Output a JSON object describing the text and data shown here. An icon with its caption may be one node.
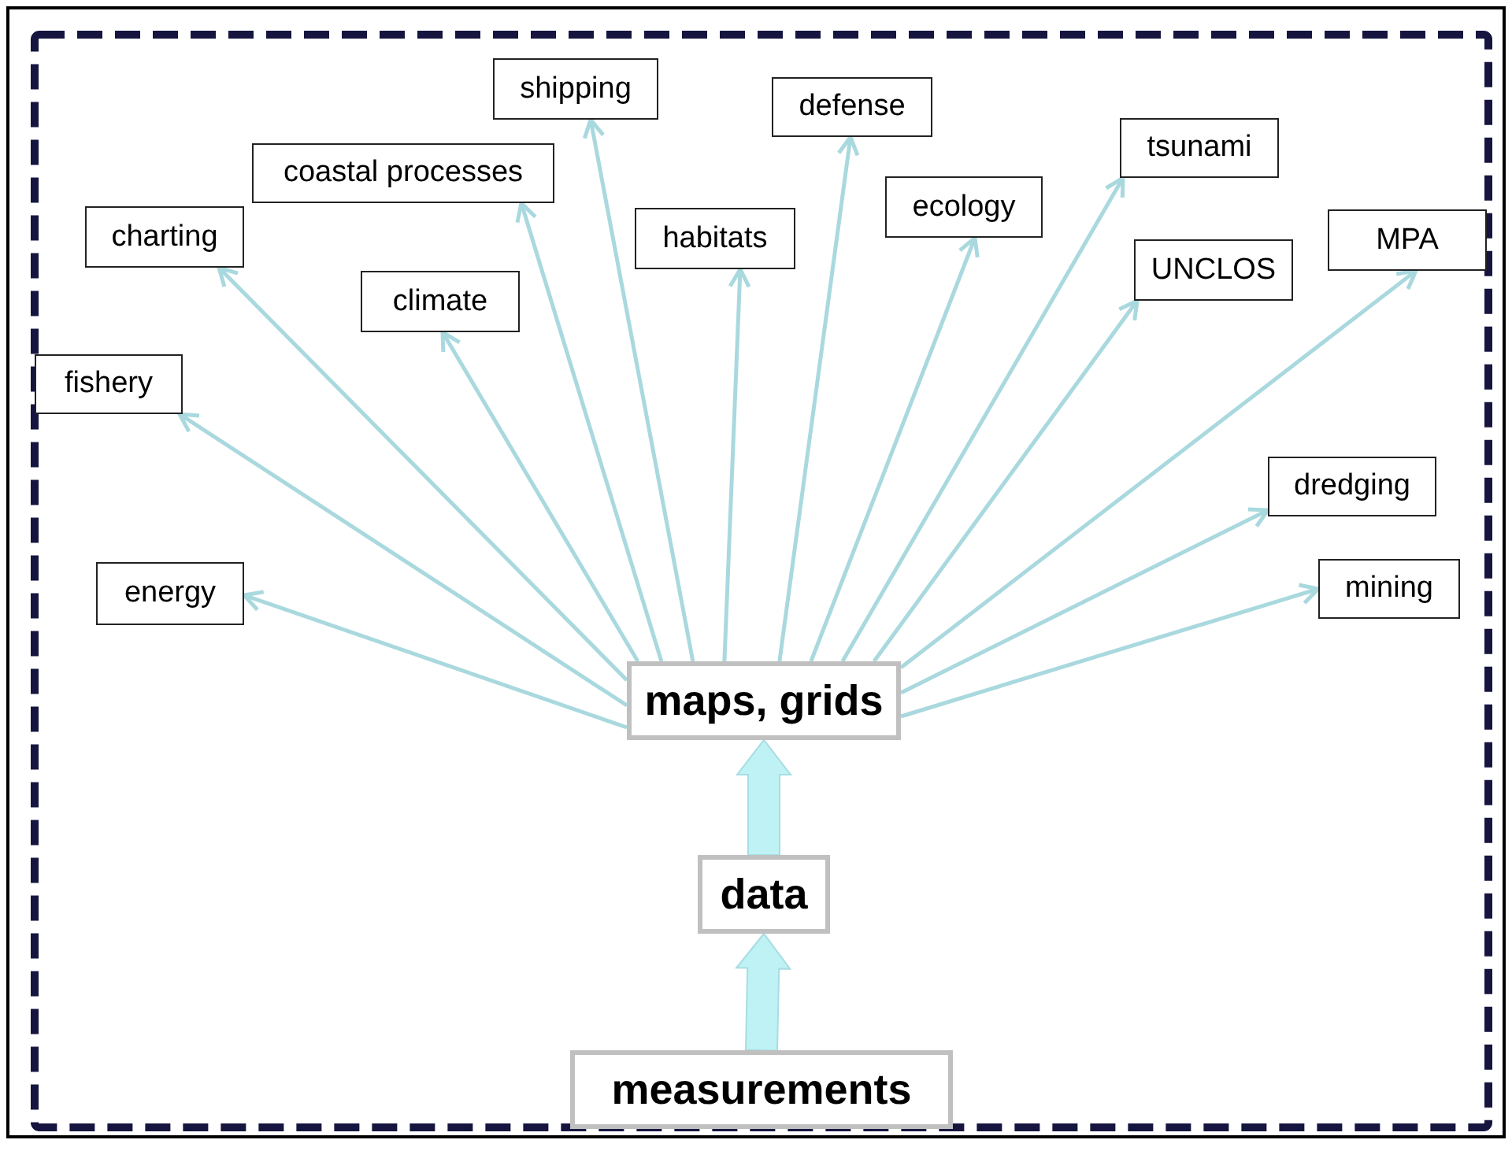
{
  "diagram": {
    "nodes": [
      {
        "text": [
          "shipping"
        ]
      },
      {
        "text": [
          "defense"
        ]
      },
      {
        "text": [
          "tsunami"
        ]
      },
      {
        "text": [
          "coastal processes"
        ]
      },
      {
        "text": [
          "ecology"
        ]
      },
      {
        "text": [
          "charting"
        ]
      },
      {
        "text": [
          "habitats"
        ]
      },
      {
        "text": [
          "MPA"
        ]
      },
      {
        "text": [
          "UNCLOS"
        ]
      },
      {
        "text": [
          "climate"
        ]
      },
      {
        "text": [
          "fishery"
        ]
      },
      {
        "text": [
          "dredging"
        ]
      },
      {
        "text": [
          "mining"
        ]
      },
      {
        "text": [
          "energy"
        ]
      },
      {
        "text": [
          "maps, grids"
        ]
      },
      {
        "text": [
          "data"
        ]
      },
      {
        "text": [
          "measurements"
        ]
      }
    ],
    "edges": [
      {
        "from": 16,
        "to": 15,
        "arrow": "to",
        "style": "thick",
        "color": "#bff2f5"
      },
      {
        "from": 15,
        "to": 14,
        "arrow": "to",
        "style": "thick",
        "color": "#bff2f5"
      },
      {
        "from": 14,
        "to": 0,
        "arrow": "to"
      },
      {
        "from": 14,
        "to": 1,
        "arrow": "to"
      },
      {
        "from": 14,
        "to": 2,
        "arrow": "to"
      },
      {
        "from": 14,
        "to": 3,
        "arrow": "to"
      },
      {
        "from": 14,
        "to": 4,
        "arrow": "to"
      },
      {
        "from": 14,
        "to": 5,
        "arrow": "to"
      },
      {
        "from": 14,
        "to": 6,
        "arrow": "to"
      },
      {
        "from": 14,
        "to": 7,
        "arrow": "to"
      },
      {
        "from": 14,
        "to": 8,
        "arrow": "to"
      },
      {
        "from": 14,
        "to": 9,
        "arrow": "to"
      },
      {
        "from": 14,
        "to": 10,
        "arrow": "to"
      },
      {
        "from": 14,
        "to": 11,
        "arrow": "to"
      },
      {
        "from": 14,
        "to": 12,
        "arrow": "to"
      },
      {
        "from": 14,
        "to": 13,
        "arrow": "to"
      }
    ]
  }
}
